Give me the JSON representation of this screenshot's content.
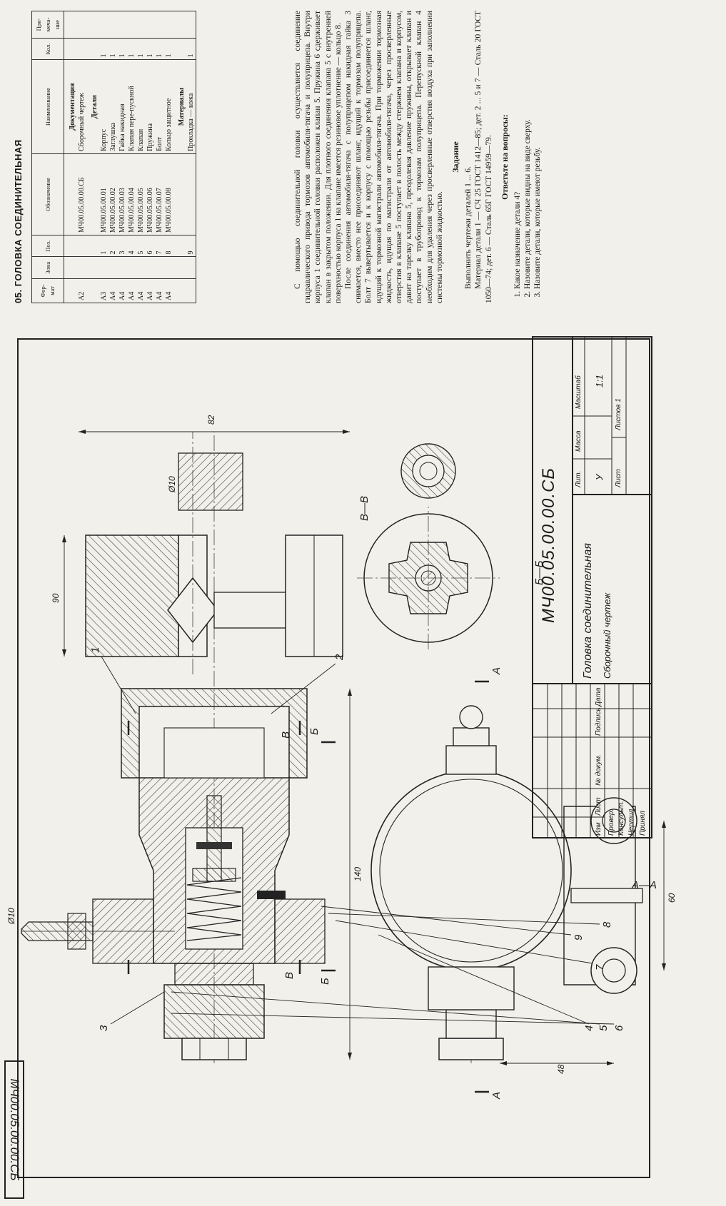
{
  "heading": "05. ГОЛОВКА СОЕДИНИТЕЛЬНАЯ",
  "spec_table": {
    "columns": [
      "Фор-мат",
      "Зона",
      "Поз.",
      "Обозначение",
      "Наименование",
      "Кол.",
      "При-меча-ние"
    ],
    "sections": [
      {
        "title": "Документация",
        "rows": [
          {
            "format": "А2",
            "pos": "",
            "designation": "МЧ00.05.00.00.СБ",
            "name": "Сборочный чертеж",
            "qty": ""
          }
        ]
      },
      {
        "title": "Детали",
        "rows": [
          {
            "format": "А3",
            "pos": "1",
            "designation": "МЧ00.05.00.01",
            "name": "Корпус",
            "qty": "1"
          },
          {
            "format": "А4",
            "pos": "2",
            "designation": "МЧ00.05.00.02",
            "name": "Заглушка",
            "qty": "1"
          },
          {
            "format": "А4",
            "pos": "3",
            "designation": "МЧ00.05.00.03",
            "name": "Гайка накидная",
            "qty": "1"
          },
          {
            "format": "А4",
            "pos": "4",
            "designation": "МЧ00.05.00.04",
            "name": "Клапан пере-пускной",
            "qty": "1"
          },
          {
            "format": "А4",
            "pos": "5",
            "designation": "МЧ00.05.00.05",
            "name": "Клапан",
            "qty": "1"
          },
          {
            "format": "А4",
            "pos": "6",
            "designation": "МЧ00.05.00.06",
            "name": "Пружина",
            "qty": "1"
          },
          {
            "format": "А4",
            "pos": "7",
            "designation": "МЧ00.05.00.07",
            "name": "Болт",
            "qty": "1"
          },
          {
            "format": "А4",
            "pos": "8",
            "designation": "МЧ00.05.00.08",
            "name": "Кольцо защитное",
            "qty": "1"
          }
        ]
      },
      {
        "title": "Материалы",
        "rows": [
          {
            "format": "",
            "pos": "9",
            "designation": "",
            "name": "Прокладка — кожа",
            "qty": "1"
          }
        ]
      }
    ]
  },
  "body_paragraphs": [
    "С помощью соединительной головки осуществляется соединение гидравлического привода тормозов автомобиля-тягача и полуприцепа. Внутри корпуса 1 соединительной головки расположен клапан 5. Пружина 6 сдерживает клапан в закрытом положении. Для плотного соединения клапана 5 с внутренней поверхностью корпуса 1 на клапане имеется резиновое уплотнение — кольцо 8.",
    "После соединения автомобиля-тягача с полуприцепом накидная гайка 3 снимается, вместо нее присоединяют шланг, идущий к тормозам полуприцепа. Болт 7 вывертывается и к корпусу с помощью резьбы присоединяется шланг, идущий к тормозной магистрали автомобиля-тягача. При торможении тормозная жидкость, идущая по магистрали от автомобиля-тягача, через просверленные отверстия в клапане 5 поступает в полость между стержнем клапана и корпусом, давит на тарелку клапана 5, преодолевая давление пружины, открывает клапан и поступает в трубопровод к тормозам полуприцепа. Перепускной клапан 4 необходим для удаления через просверленные отверстия воздуха при заполнении системы тормозной жидкостью."
  ],
  "task": {
    "title": "Задание",
    "paragraphs": [
      "Выполнить чертежи деталей 1 ... 6.",
      "Материал детали 1 — СЧ 25 ГОСТ 1412—85; дет. 2 ... 5 и 7 — Сталь 20 ГОСТ 1050—74; дет. 6 — Сталь 65Г ГОСТ 14959—79."
    ]
  },
  "questions": {
    "title": "Ответьте на вопросы:",
    "items": [
      "Какое назначение детали 4?",
      "Назовите детали, которые видны на виде сверху.",
      "Назовите детали, которые имеют резьбу."
    ]
  },
  "drawing": {
    "corner_code": "МЧ00.05.00.00.СБ",
    "section_labels": [
      "А—А",
      "Б—Б",
      "В—В"
    ],
    "cut_letters": [
      "А",
      "А",
      "Б",
      "Б",
      "В",
      "В"
    ],
    "position_numbers": [
      "1",
      "2",
      "3",
      "4",
      "5",
      "6",
      "7",
      "8",
      "9"
    ],
    "dimensions": [
      "140",
      "90",
      "82",
      "Ø10",
      "Ø10",
      "60",
      "48"
    ]
  },
  "title_block": {
    "code": "МЧ00.05.00.00.СБ",
    "name": "Головка соединительная",
    "kind": "Сборочный чертеж",
    "rev_headers": [
      "Изм",
      "Лист",
      "№ докум.",
      "Подпись",
      "Дата"
    ],
    "roles": [
      "Провер.",
      "Консульт.",
      "Чертил",
      "Принял"
    ],
    "lit_label": "Лит.",
    "mass_label": "Масса",
    "scale_label": "Масштаб",
    "lit_value": "У",
    "scale_value": "1:1",
    "sheet_label": "Лист",
    "sheets_label": "Листов 1"
  }
}
